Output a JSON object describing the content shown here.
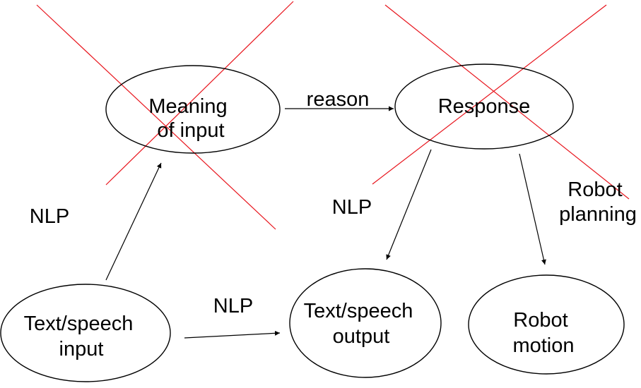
{
  "colors": {
    "stroke": "#000000",
    "cross": "#e8141c",
    "background": "#ffffff"
  },
  "nodes": {
    "meaning": {
      "lines": [
        "Meaning",
        "of input"
      ],
      "crossed_out": true
    },
    "response": {
      "lines": [
        "Response"
      ],
      "crossed_out": true
    },
    "text_input": {
      "lines": [
        "Text/speech",
        "input"
      ],
      "crossed_out": false
    },
    "text_output": {
      "lines": [
        "Text/speech",
        "output"
      ],
      "crossed_out": false
    },
    "robot_motion": {
      "lines": [
        "Robot",
        "motion"
      ],
      "crossed_out": false
    }
  },
  "edges": [
    {
      "from": "text_input",
      "to": "meaning",
      "label": "NLP"
    },
    {
      "from": "meaning",
      "to": "response",
      "label": "reason"
    },
    {
      "from": "text_input",
      "to": "text_output",
      "label": "NLP"
    },
    {
      "from": "response",
      "to": "text_output",
      "label": "NLP"
    },
    {
      "from": "response",
      "to": "robot_motion",
      "label_lines": [
        "Robot",
        "planning"
      ]
    }
  ]
}
